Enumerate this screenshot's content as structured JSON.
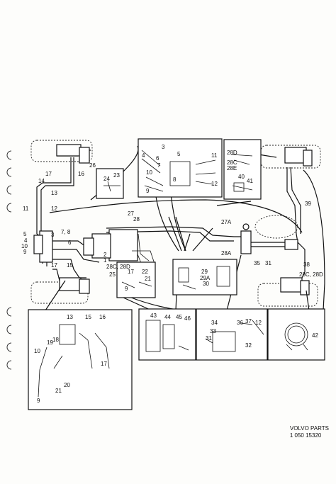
{
  "labels": {
    "main": [
      "26",
      "16",
      "17",
      "14",
      "13",
      "12",
      "11",
      "5",
      "4",
      "3",
      "10",
      "9",
      "7, 8",
      "6",
      "2",
      "1",
      "15",
      "17",
      "25",
      "27",
      "28",
      "28C, 28D",
      "27A",
      "28A",
      "35",
      "31",
      "39",
      "38",
      "28C, 28D"
    ],
    "box_top_center": [
      "3",
      "4",
      "5",
      "6",
      "7",
      "10",
      "8",
      "9",
      "12",
      "11"
    ],
    "box_top_right": [
      "28D",
      "28C",
      "28E",
      "40",
      "41"
    ],
    "box_small_left": [
      "24",
      "23"
    ],
    "box_mid_small": [
      "17",
      "22",
      "9",
      "21"
    ],
    "box_mid_center": [
      "29",
      "29A",
      "30"
    ],
    "box_bottom_left": [
      "13",
      "15",
      "16",
      "10",
      "19",
      "18",
      "17",
      "20",
      "21",
      "9"
    ],
    "box_bottom_center": [
      "43",
      "44",
      "45",
      "46"
    ],
    "box_bottom_right1": [
      "34",
      "33",
      "36",
      "37",
      "12",
      "31",
      "32"
    ],
    "box_bottom_right2": [
      "42"
    ]
  },
  "footer": {
    "line1": "VOLVO PARTS",
    "line2": "1  050  15320"
  }
}
